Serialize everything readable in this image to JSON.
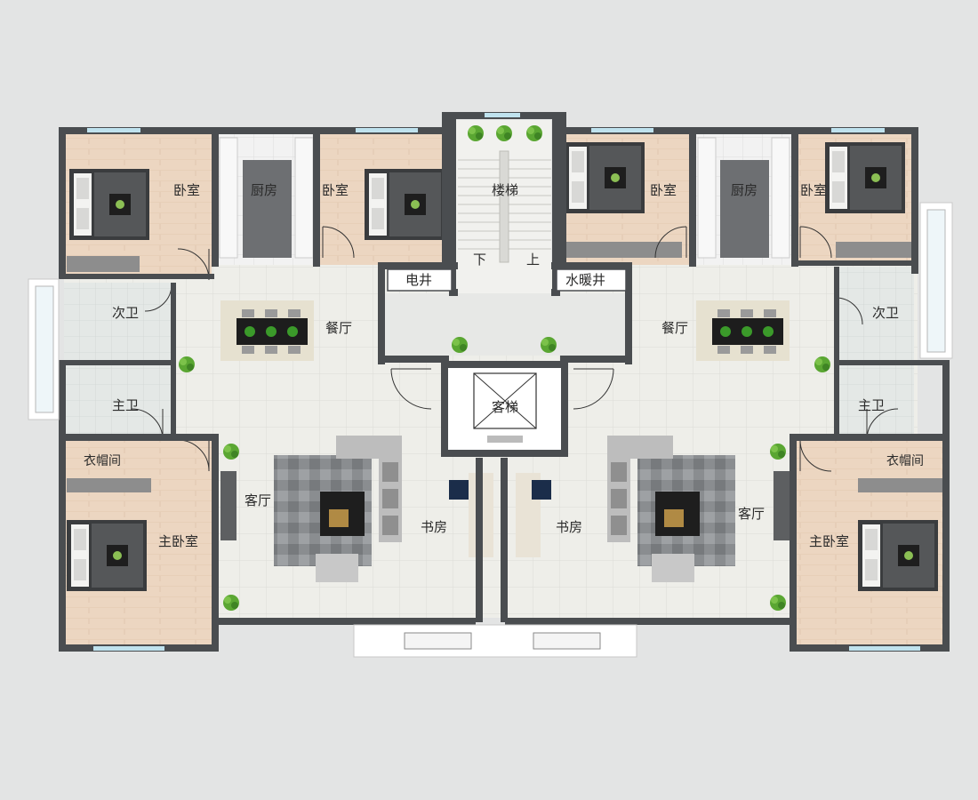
{
  "plan": {
    "rooms_left": {
      "bedroom_1": "卧室",
      "kitchen": "厨房",
      "bedroom_2": "卧室",
      "secondary_bath": "次卫",
      "master_bath": "主卫",
      "dining": "餐厅",
      "wardrobe": "衣帽间",
      "living": "客厅",
      "study": "书房",
      "master_bedroom": "主卧室"
    },
    "rooms_right": {
      "bedroom_1": "卧室",
      "kitchen": "厨房",
      "bedroom_2": "卧室",
      "secondary_bath": "次卫",
      "master_bath": "主卫",
      "dining": "餐厅",
      "wardrobe": "衣帽间",
      "living": "客厅",
      "study": "书房",
      "master_bedroom": "主卧室"
    },
    "core": {
      "stairs": "楼梯",
      "down": "下",
      "up": "上",
      "electric_shaft": "电井",
      "plumbing_shaft": "水暖井",
      "elevator": "客梯"
    }
  },
  "colors": {
    "background": "#e3e4e4",
    "wall": "#4a4d50",
    "wood_floor": "#e9d3bd",
    "tile_floor": "#ecece7",
    "bath_floor": "#e2e6e5",
    "window": "#bfe2ee",
    "plant": "#4f9a2b"
  }
}
